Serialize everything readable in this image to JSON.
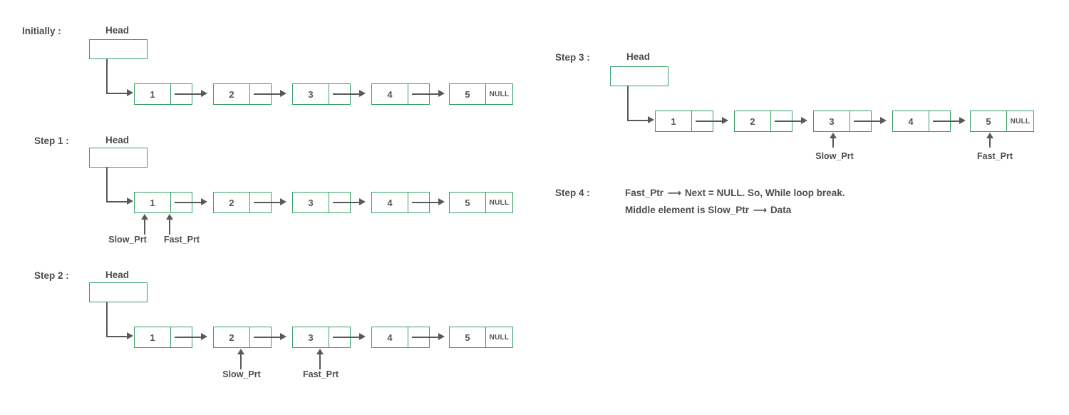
{
  "palette": {
    "node_border": "#34a065",
    "arrow_gray": "#595959",
    "text_gray": "#4d4d4d",
    "background": "#ffffff"
  },
  "list": {
    "head_label": "Head",
    "null_label": "NULL",
    "values": [
      "1",
      "2",
      "3",
      "4",
      "5"
    ]
  },
  "rows": {
    "initially": {
      "caption": "Initially :",
      "head_label": "Head",
      "values": [
        "1",
        "2",
        "3",
        "4",
        "5"
      ],
      "null_label": "NULL",
      "pointers": []
    },
    "step1": {
      "caption": "Step 1 :",
      "head_label": "Head",
      "values": [
        "1",
        "2",
        "3",
        "4",
        "5"
      ],
      "null_label": "NULL",
      "pointers": [
        {
          "label": "Slow_Prt",
          "target_node": "1",
          "target_cell": "data"
        },
        {
          "label": "Fast_Prt",
          "target_node": "1",
          "target_cell": "next-boundary"
        }
      ]
    },
    "step2": {
      "caption": "Step 2 :",
      "head_label": "Head",
      "values": [
        "1",
        "2",
        "3",
        "4",
        "5"
      ],
      "null_label": "NULL",
      "pointers": [
        {
          "label": "Slow_Prt",
          "target_node": "2",
          "target_cell": "data"
        },
        {
          "label": "Fast_Prt",
          "target_node": "3",
          "target_cell": "data"
        }
      ]
    },
    "step3": {
      "caption": "Step 3 :",
      "head_label": "Head",
      "values": [
        "1",
        "2",
        "3",
        "4",
        "5"
      ],
      "null_label": "NULL",
      "pointers": [
        {
          "label": "Slow_Prt",
          "target_node": "3",
          "target_cell": "data"
        },
        {
          "label": "Fast_Prt",
          "target_node": "5",
          "target_cell": "data"
        }
      ]
    },
    "step4": {
      "caption": "Step 4 :",
      "lines": [
        {
          "part1": "Fast_Ptr",
          "arrow": "⟶",
          "part2": "Next = NULL. So, While loop break."
        },
        {
          "part1": "Middle element is Slow_Ptr",
          "arrow": "⟶",
          "part2": "Data"
        }
      ]
    }
  }
}
